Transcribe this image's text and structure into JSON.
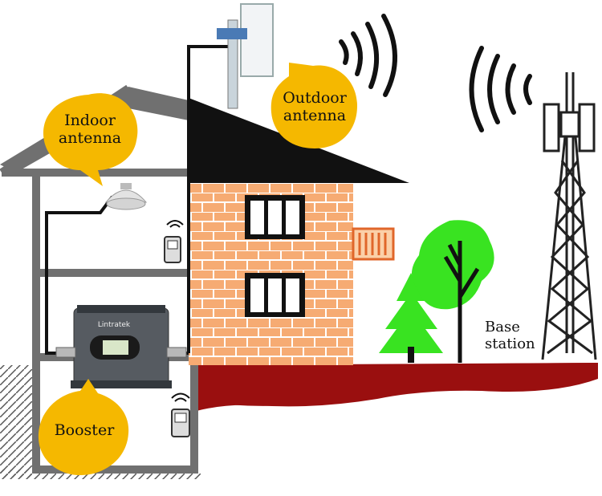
{
  "labels": {
    "indoor_antenna_line1": "Indoor",
    "indoor_antenna_line2": "antenna",
    "outdoor_antenna_line1": "Outdoor",
    "outdoor_antenna_line2": "antenna",
    "booster": "Booster",
    "base_station_line1": "Base",
    "base_station_line2": "station",
    "device_brand": "Lintratek"
  },
  "colors": {
    "bubble": "#f5b800",
    "house_outline": "#707070",
    "brick": "#f6ab73",
    "brick_mortar": "#ffffff",
    "roof": "#111111",
    "ground": "#9a0f0f",
    "tree": "#39e321",
    "tower": "#222222"
  },
  "icons": [
    "indoor-antenna-icon",
    "outdoor-antenna-icon",
    "booster-device-icon",
    "phone-icon",
    "signal-waves-icon",
    "cell-tower-icon",
    "tree-icon"
  ]
}
